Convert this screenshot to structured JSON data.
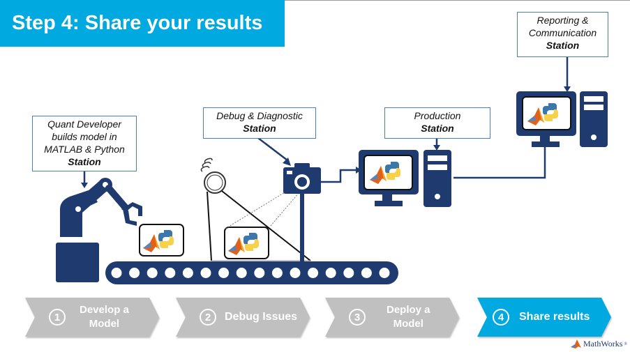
{
  "title": "Step 4: Share your results",
  "colors": {
    "accent": "#00a9e0",
    "navy": "#1f3a6e",
    "inactive_step": "#c0c0c0",
    "callout_border": "#4a7fb0"
  },
  "stations": {
    "developer": {
      "lines": [
        "Quant Developer",
        "builds model in",
        "MATLAB & Python"
      ],
      "label": "Station"
    },
    "debug": {
      "lines": [
        "Debug & Diagnostic"
      ],
      "label": "Station"
    },
    "production": {
      "lines": [
        "Production"
      ],
      "label": "Station"
    },
    "reporting": {
      "lines": [
        "Reporting &",
        "Communication"
      ],
      "label": "Station"
    }
  },
  "icons": [
    "robot-arm-icon",
    "conveyor-belt-icon",
    "light-bulb-icon",
    "camera-icon",
    "computer-monitor-icon",
    "computer-tower-icon",
    "matlab-logo-icon",
    "python-logo-icon"
  ],
  "steps": [
    {
      "number": "1",
      "label_line1": "Develop a",
      "label_line2": "Model",
      "active": false
    },
    {
      "number": "2",
      "label_line1": "Debug Issues",
      "label_line2": "",
      "active": false
    },
    {
      "number": "3",
      "label_line1": "Deploy a",
      "label_line2": "Model",
      "active": false
    },
    {
      "number": "4",
      "label_line1": "Share results",
      "label_line2": "",
      "active": true
    }
  ],
  "brand": {
    "name": "MathWorks",
    "trademark": "®"
  }
}
